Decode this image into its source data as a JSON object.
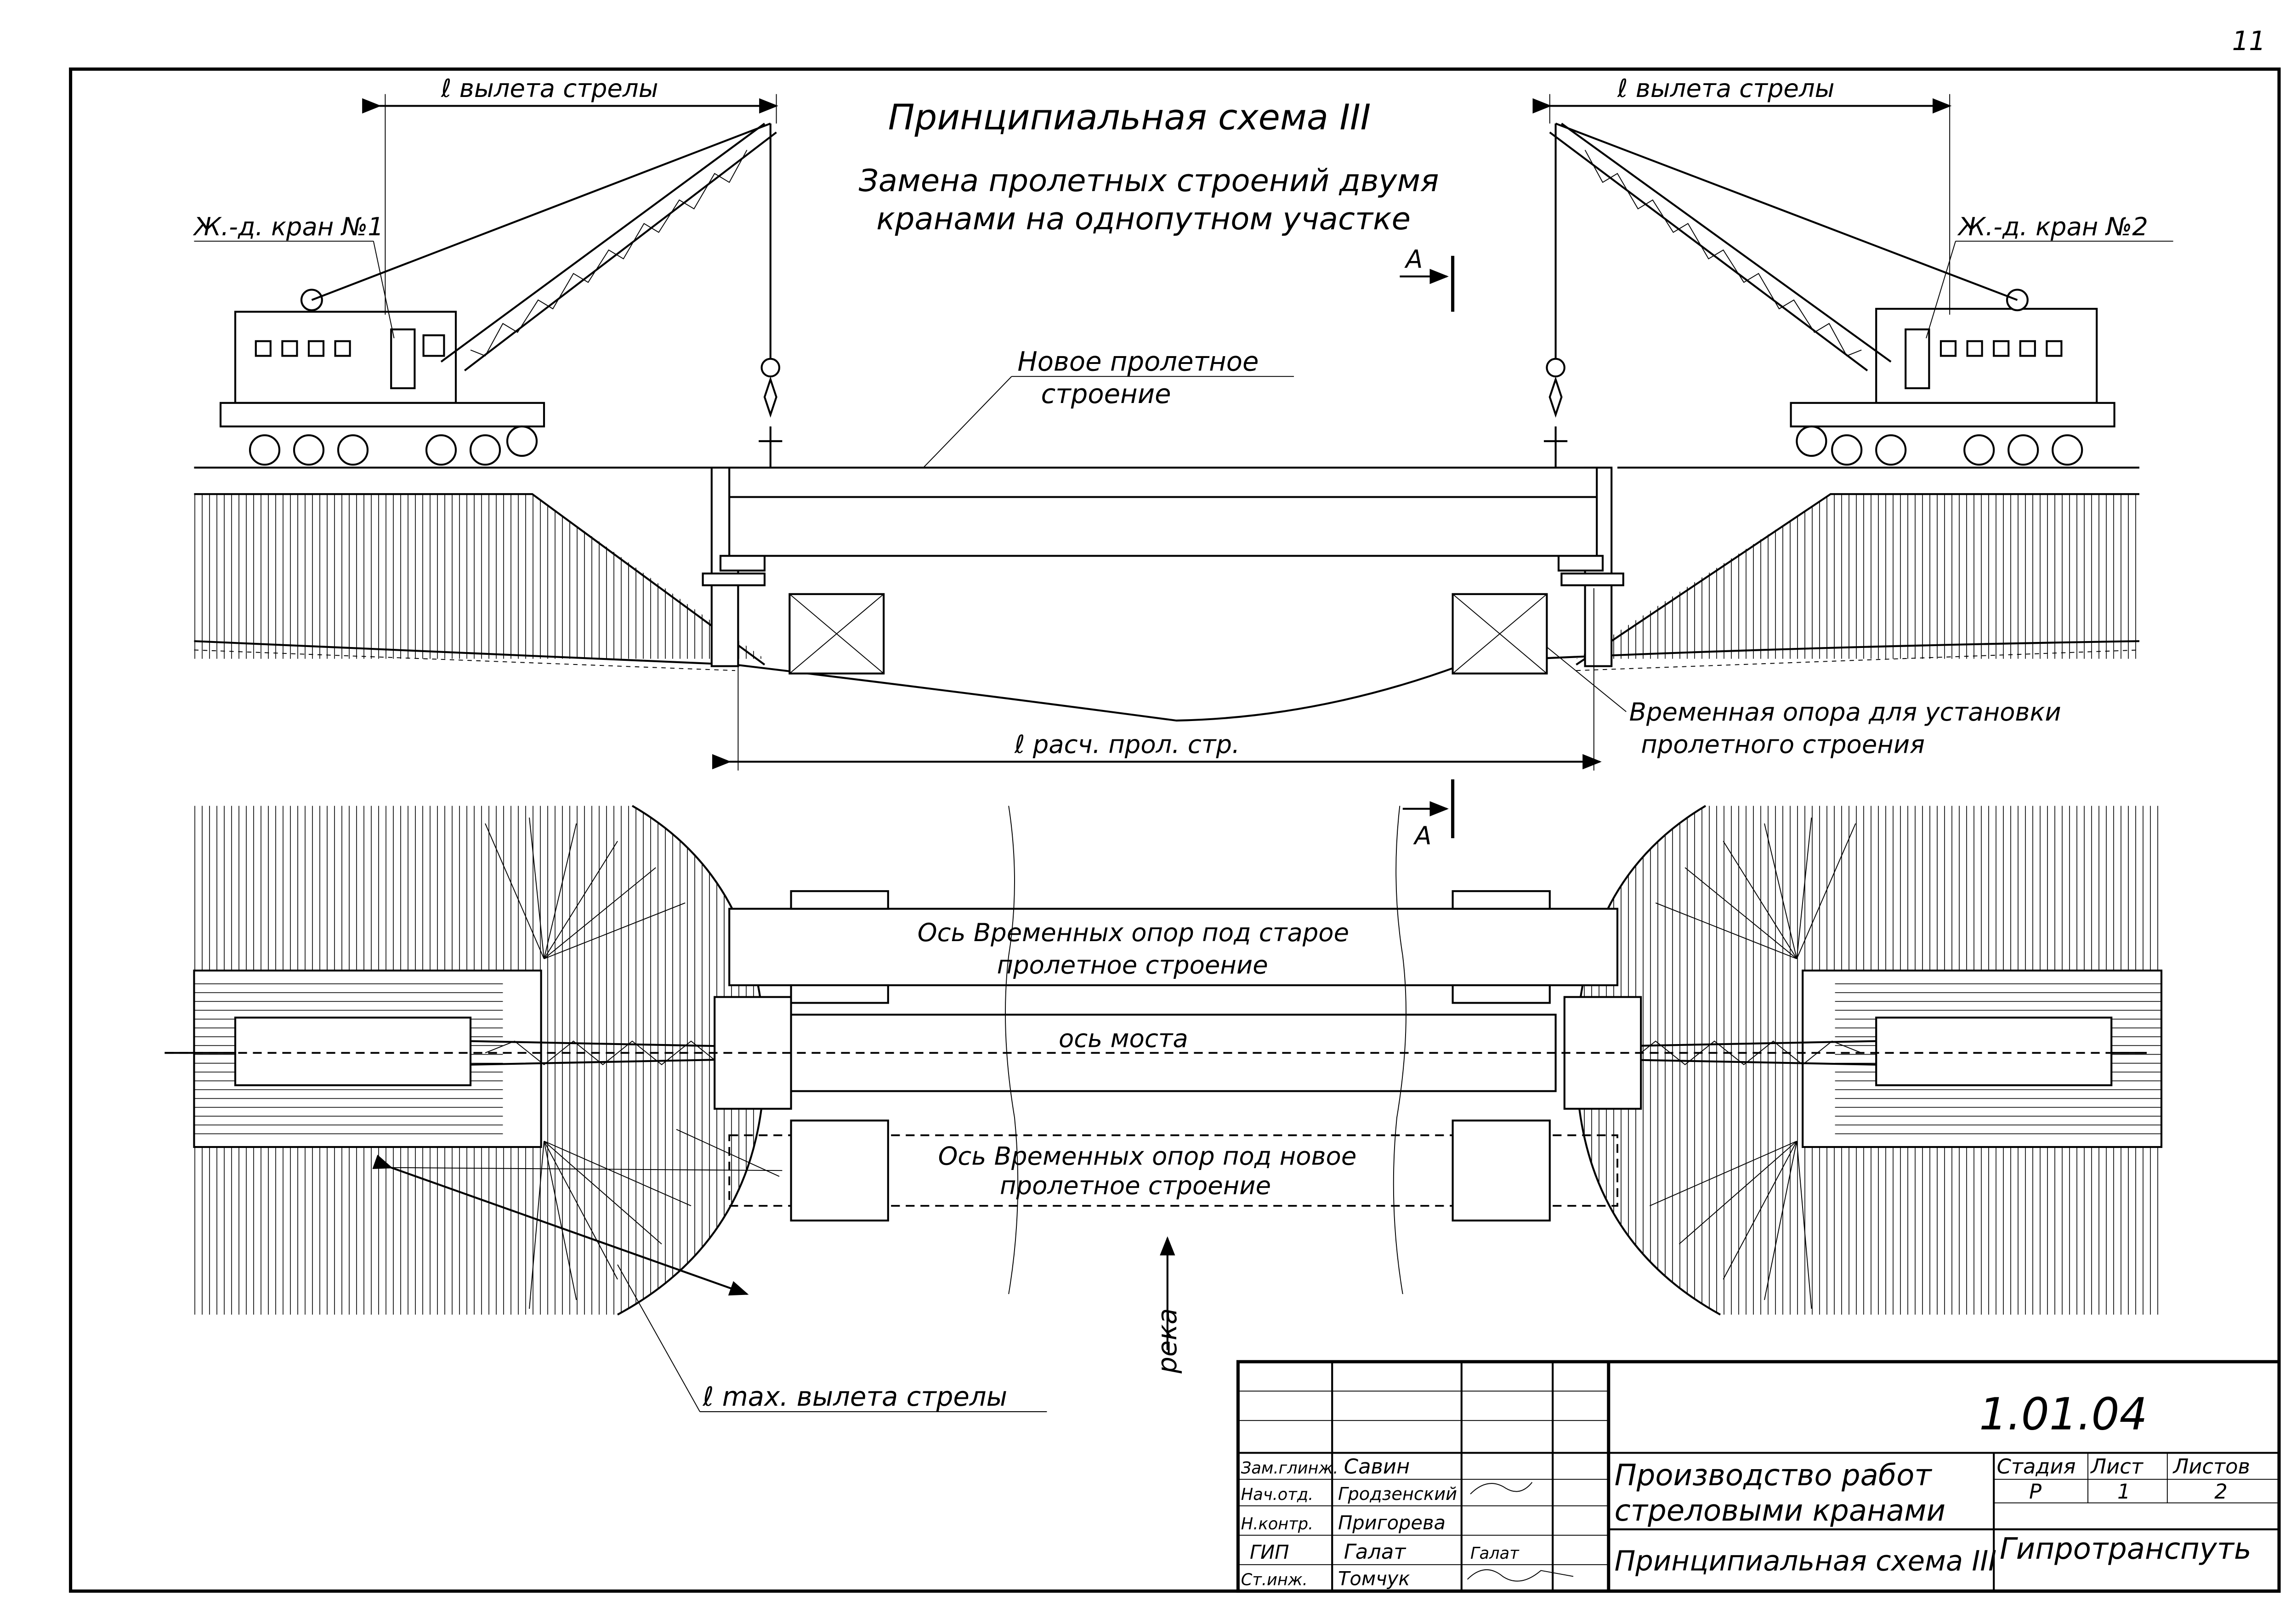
{
  "sheet_number": "11",
  "title": "Принципиальная схема III",
  "subtitle_line1": "Замена пролетных строений двумя",
  "subtitle_line2": "кранами на однопутном участке",
  "labels": {
    "boom_reach_left": "ℓ вылета стрелы",
    "boom_reach_right": "ℓ вылета стрелы",
    "crane1": "Ж.-д. кран №1",
    "crane2": "Ж.-д. кран №2",
    "new_span_l1": "Новое пролетное",
    "new_span_l2": "строение",
    "design_span": "ℓ расч. прол. стр.",
    "temp_support_l1": "Временная опора для установки",
    "temp_support_l2": "пролетного строения",
    "section_mark": "A",
    "old_axis_l1": "Ось Временных опор под старое",
    "old_axis_l2": "пролетное строение",
    "bridge_axis": "ось моста",
    "new_axis_l1": "Ось Временных опор под новое",
    "new_axis_l2": "пролетное строение",
    "river": "река",
    "max_reach": "ℓ max. вылета стрелы"
  },
  "title_block": {
    "doc_code": "1.01.04",
    "staff": [
      {
        "role": "Зам.глинж.",
        "name": "Савин",
        "signature": ""
      },
      {
        "role": "Нач.отд.",
        "name": "Гродзенский",
        "signature": ""
      },
      {
        "role": "Н.контр.",
        "name": "Пригорева",
        "signature": ""
      },
      {
        "role": "ГИП",
        "name": "Галат",
        "signature": "Галат"
      },
      {
        "role": "Ст.инж.",
        "name": "Томчук",
        "signature": ""
      }
    ],
    "doc_title_l1": "Производство работ",
    "doc_title_l2": "стреловыми кранами",
    "sheet_title": "Принципиальная схема III",
    "stage_header": "Стадия",
    "sheet_header": "Лист",
    "sheets_header": "Листов",
    "stage": "Р",
    "sheet": "1",
    "sheets": "2",
    "organization": "Гипротранспуть"
  }
}
